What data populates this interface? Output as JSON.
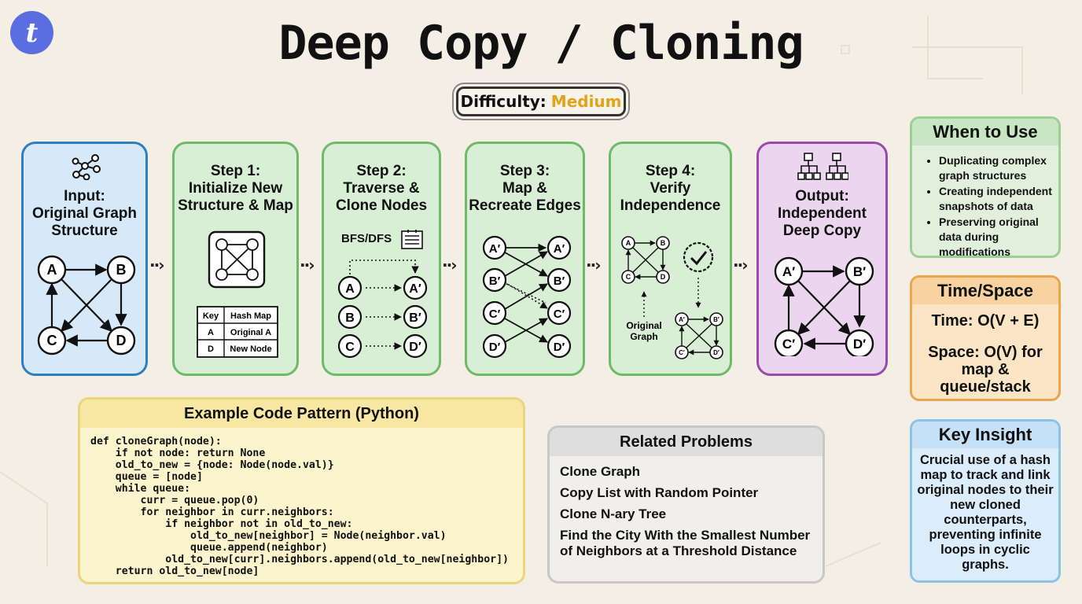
{
  "title": "Deep Copy / Cloning",
  "difficulty": {
    "label": "Difficulty:",
    "level": "Medium"
  },
  "flow": {
    "input": {
      "lines": [
        "Input:",
        "Original Graph",
        "Structure"
      ],
      "nodes": [
        "A",
        "B",
        "C",
        "D"
      ]
    },
    "step1": {
      "lines": [
        "Step 1:",
        "Initialize New",
        "Structure & Map"
      ],
      "table": [
        [
          "Key",
          "Hash Map"
        ],
        [
          "A",
          "Original A"
        ],
        [
          "D",
          "New Node"
        ]
      ]
    },
    "step2": {
      "lines": [
        "Step 2:",
        "Traverse &",
        "Clone Nodes"
      ],
      "bfs_label": "BFS/DFS",
      "pairs": [
        [
          "A",
          "A′"
        ],
        [
          "B",
          "B′"
        ],
        [
          "C",
          "D′"
        ]
      ]
    },
    "step3": {
      "lines": [
        "Step 3:",
        "Map &",
        "Recreate Edges"
      ],
      "left": [
        "A′",
        "B′",
        "C′",
        "D′"
      ],
      "right": [
        "A′",
        "B′",
        "C′",
        "D′"
      ]
    },
    "step4": {
      "lines": [
        "Step 4:",
        "Verify",
        "Independence"
      ],
      "original_label": [
        "Original",
        "Graph"
      ],
      "orig_nodes": [
        "A",
        "B",
        "C",
        "D"
      ],
      "copy_nodes": [
        "A′",
        "B′",
        "C′",
        "D′"
      ]
    },
    "output": {
      "lines": [
        "Output:",
        "Independent",
        "Deep Copy"
      ],
      "nodes": [
        "A′",
        "B′",
        "C′",
        "D′"
      ]
    }
  },
  "when_to_use": {
    "title": "When to Use",
    "items": [
      "Duplicating complex graph structures",
      "Creating independent snapshots of data",
      "Preserving original data during modifications"
    ]
  },
  "time_space": {
    "title": "Time/Space",
    "time": "Time: O(V + E)",
    "space": [
      "Space: O(V) for",
      "map &",
      "queue/stack"
    ]
  },
  "key_insight": {
    "title": "Key Insight",
    "text": "Crucial use of a hash map to track and link original nodes to their new cloned counterparts, preventing infinite loops in cyclic graphs."
  },
  "code": {
    "title": "Example Code Pattern (Python)",
    "text": "def cloneGraph(node):\n    if not node: return None\n    old_to_new = {node: Node(node.val)}\n    queue = [node]\n    while queue:\n        curr = queue.pop(0)\n        for neighbor in curr.neighbors:\n            if neighbor not in old_to_new:\n                old_to_new[neighbor] = Node(neighbor.val)\n                queue.append(neighbor)\n            old_to_new[curr].neighbors.append(old_to_new[neighbor])\n    return old_to_new[node]"
  },
  "related": {
    "title": "Related Problems",
    "items": [
      "Clone Graph",
      "Copy List with Random Pointer",
      "Clone N-ary Tree",
      "Find the City With the Smallest Number of Neighbors at a Threshold Distance"
    ]
  },
  "colors": {
    "blue": "#2f7fbf",
    "green": "#6fba6a",
    "purple": "#9b4aa8",
    "yellow": "#ecd47a",
    "orange": "#eba54c",
    "medium": "#e3a21a"
  }
}
